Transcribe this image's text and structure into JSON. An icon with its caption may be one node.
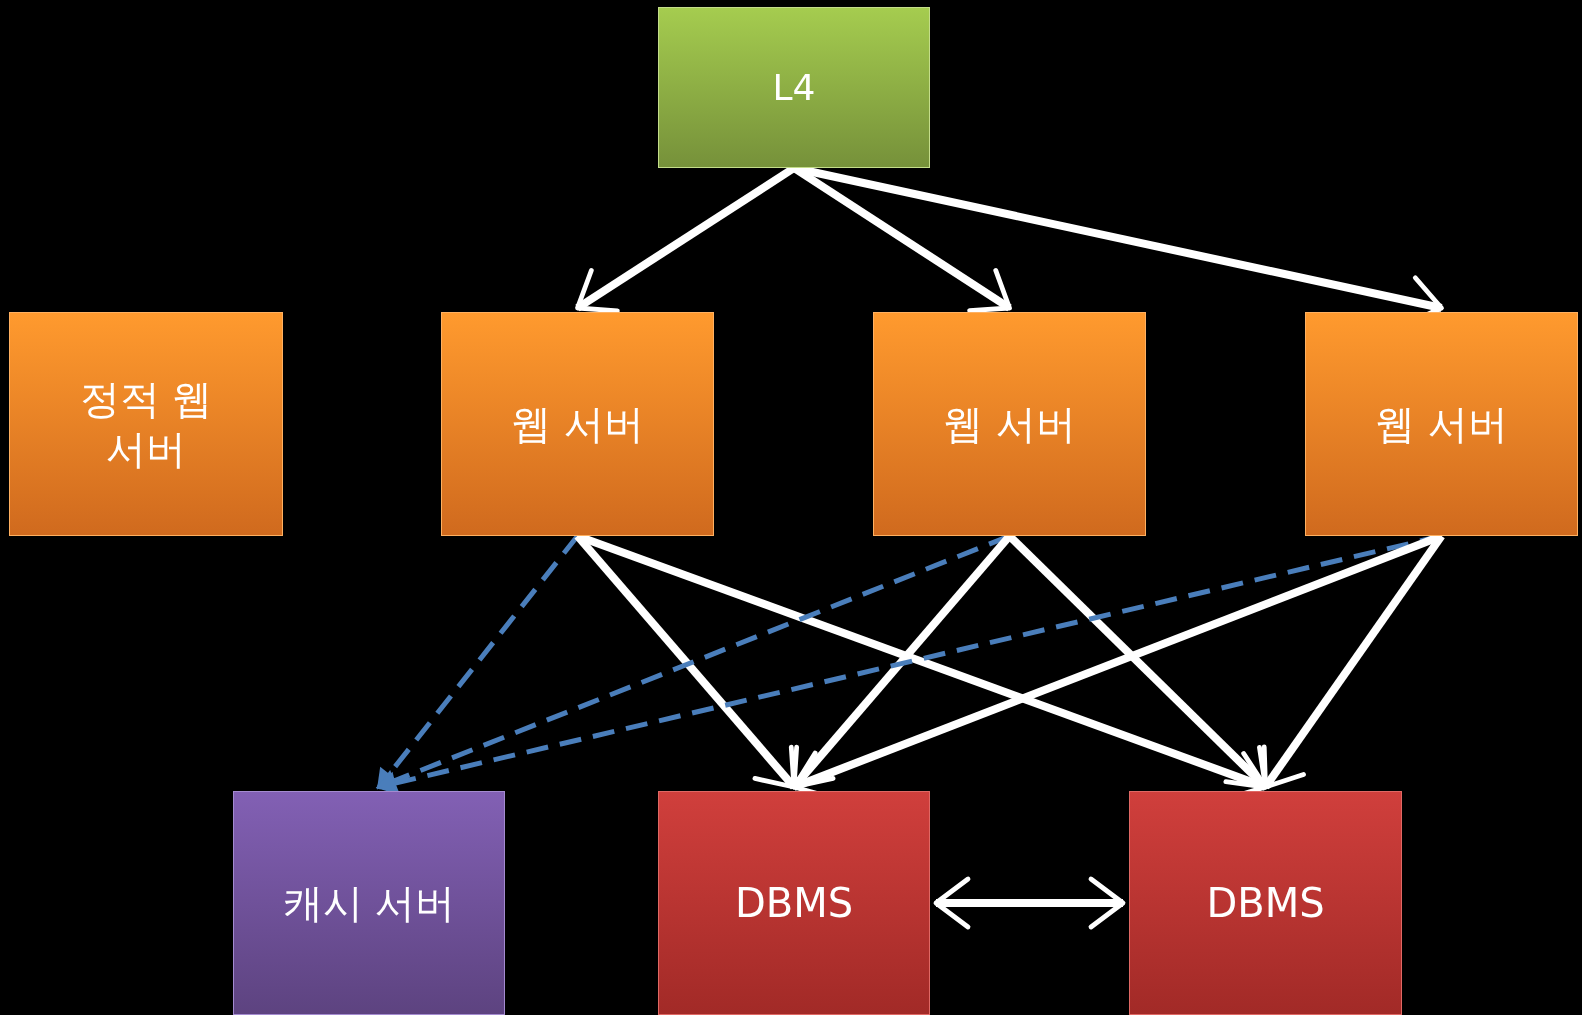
{
  "diagram": {
    "nodes": [
      {
        "text": [
          "L4"
        ]
      },
      {
        "text": [
          "정적 웹 서버"
        ]
      },
      {
        "text": [
          "웹 서버"
        ]
      },
      {
        "text": [
          "웹 서버"
        ]
      },
      {
        "text": [
          "웹 서버"
        ]
      },
      {
        "text": [
          "캐시 서버"
        ]
      },
      {
        "text": [
          "DBMS"
        ]
      },
      {
        "text": [
          "DBMS"
        ]
      }
    ],
    "edges": [
      {
        "from": 0,
        "to": 2,
        "arrow": "to"
      },
      {
        "from": 0,
        "to": 3,
        "arrow": "to"
      },
      {
        "from": 0,
        "to": 4,
        "arrow": "to"
      },
      {
        "from": 2,
        "to": 5,
        "arrow": "to",
        "style": "dashed",
        "color": "#4a7ebb"
      },
      {
        "from": 2,
        "to": 6,
        "arrow": "to"
      },
      {
        "from": 2,
        "to": 7,
        "arrow": "to"
      },
      {
        "from": 3,
        "to": 5,
        "arrow": "to",
        "style": "dashed",
        "color": "#4a7ebb"
      },
      {
        "from": 3,
        "to": 6,
        "arrow": "to"
      },
      {
        "from": 3,
        "to": 7,
        "arrow": "to"
      },
      {
        "from": 4,
        "to": 5,
        "arrow": "to",
        "style": "dashed",
        "color": "#4a7ebb"
      },
      {
        "from": 4,
        "to": 6,
        "arrow": "to"
      },
      {
        "from": 4,
        "to": 7,
        "arrow": "to"
      },
      {
        "from": 6,
        "to": 7,
        "arrow": "both"
      }
    ]
  }
}
